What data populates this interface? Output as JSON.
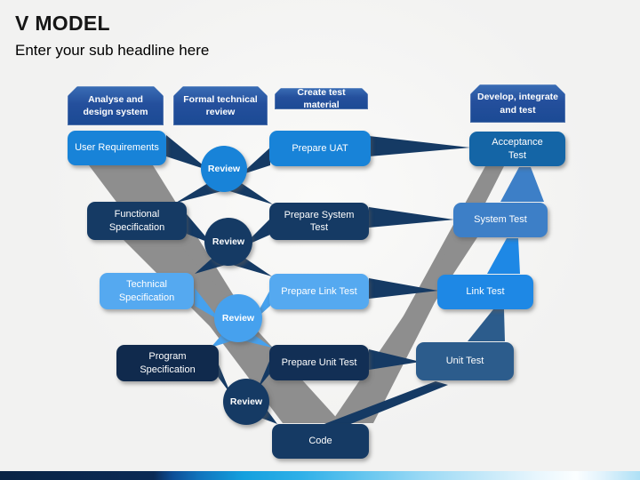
{
  "slide": {
    "title": "V MODEL",
    "subtitle": "Enter your sub headline here"
  },
  "banners": [
    {
      "label": "Analyse and design system"
    },
    {
      "label": "Formal technical review"
    },
    {
      "label": "Create test material"
    },
    {
      "label": "Develop, integrate and test"
    }
  ],
  "left_column": [
    {
      "label": "User Requirements"
    },
    {
      "label": "Functional Specification"
    },
    {
      "label": "Technical Specification"
    },
    {
      "label": "Program Specification"
    }
  ],
  "middle_column": [
    {
      "label": "Prepare UAT"
    },
    {
      "label": "Prepare System Test"
    },
    {
      "label": "Prepare Link Test"
    },
    {
      "label": "Prepare Unit Test"
    },
    {
      "label": "Code"
    }
  ],
  "right_column": [
    {
      "label": "Acceptance Test"
    },
    {
      "label": "System Test"
    },
    {
      "label": "Link Test"
    },
    {
      "label": "Unit Test"
    }
  ],
  "reviews": [
    {
      "label": "Review"
    },
    {
      "label": "Review"
    },
    {
      "label": "Review"
    },
    {
      "label": "Review"
    }
  ],
  "colors": {
    "bright": "#1883d8",
    "navy": "#153a64",
    "light": "#55a9f0",
    "lightbubble": "#46a1ee",
    "darkest": "#102a4d",
    "prepunit": "#122f55",
    "acceptance": "#1465a6",
    "system": "#3d7fc7",
    "link": "#1e88e5",
    "unit": "#2c5c8c",
    "gray": "#8e8e8e",
    "banner": "#1b4a94"
  }
}
